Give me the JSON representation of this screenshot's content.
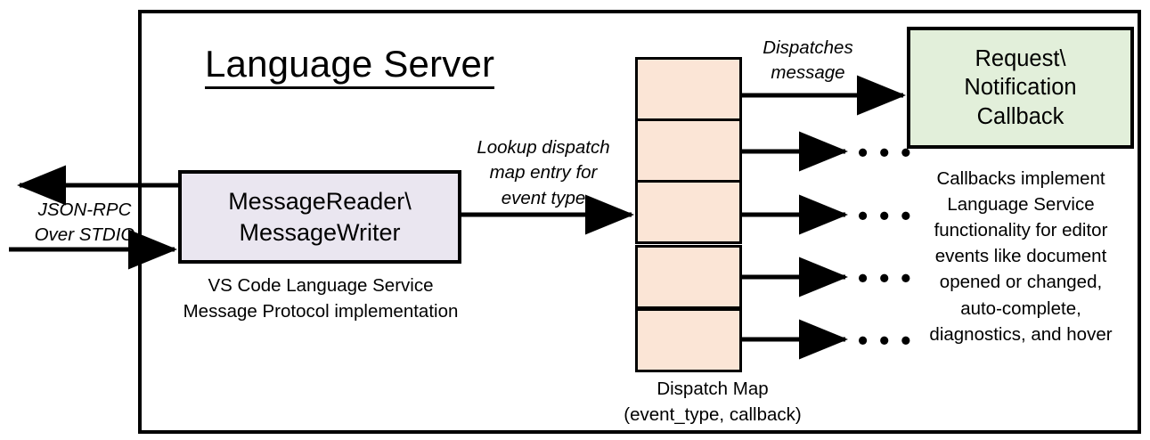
{
  "diagram": {
    "title": "Language Server",
    "outer_frame_name": "language-server-boundary",
    "colors": {
      "stroke": "#000000",
      "background": "#FFFFFF",
      "message_box_fill": "#EAE6F0",
      "dispatch_cell_fill": "#FBE5D6",
      "callback_box_fill": "#E2EFDA"
    },
    "nodes": {
      "message_io": {
        "label_line1": "MessageReader\\",
        "label_line2": "MessageWriter",
        "caption_line1": "VS Code Language Service",
        "caption_line2": "Message Protocol implementation"
      },
      "dispatch_map": {
        "caption_line1": "Dispatch Map",
        "caption_line2": "(event_type, callback)",
        "cell_count": 5,
        "cells": [
          {
            "name": "dispatch-map-cell-1",
            "has_callback_pointer": true
          },
          {
            "name": "dispatch-map-cell-2",
            "has_callback_pointer": true
          },
          {
            "name": "dispatch-map-cell-3",
            "has_callback_pointer": true
          },
          {
            "name": "dispatch-map-cell-4",
            "has_callback_pointer": true
          },
          {
            "name": "dispatch-map-cell-5",
            "has_callback_pointer": true
          }
        ]
      },
      "callback": {
        "label_line1": "Request\\",
        "label_line2": "Notification",
        "label_line3": "Callback",
        "caption_line1": "Callbacks implement",
        "caption_line2": "Language Service",
        "caption_line3": "functionality for editor",
        "caption_line4": "events like document",
        "caption_line5": "opened or changed,",
        "caption_line6": "auto-complete,",
        "caption_line7": "diagnostics, and hover"
      }
    },
    "edges": {
      "transport": {
        "label_line1": "JSON-RPC",
        "label_line2": "Over STDIO"
      },
      "lookup": {
        "label_line1": "Lookup dispatch",
        "label_line2": "map entry for",
        "label_line3": "event type"
      },
      "dispatch": {
        "label_line1": "Dispatches",
        "label_line2": "message"
      },
      "ellipsis_marks": [
        "• • •",
        "• • •",
        "• • •",
        "• • •"
      ]
    }
  }
}
